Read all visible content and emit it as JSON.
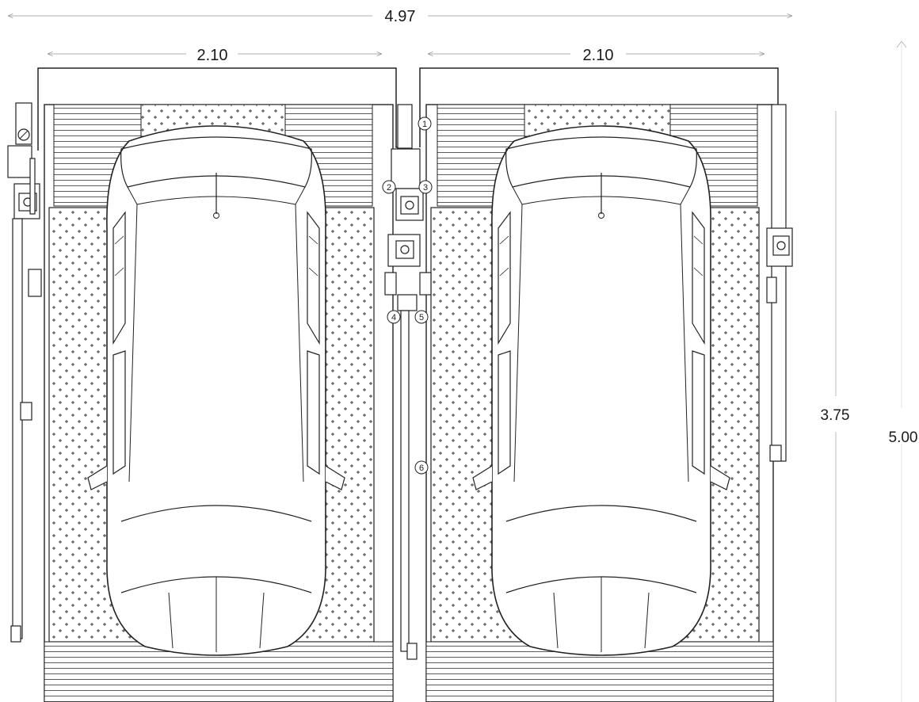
{
  "dimensions": {
    "total_width": "4.97",
    "bay_left_width": "2.10",
    "bay_right_width": "2.10",
    "platform_length": "3.75",
    "total_length": "5.00"
  },
  "callouts": [
    "1",
    "2",
    "3",
    "4",
    "5",
    "6"
  ],
  "colors": {
    "line": "#2a2a2a",
    "dim_line": "#8a8a8a",
    "hatch_bg": "#ffffff"
  }
}
